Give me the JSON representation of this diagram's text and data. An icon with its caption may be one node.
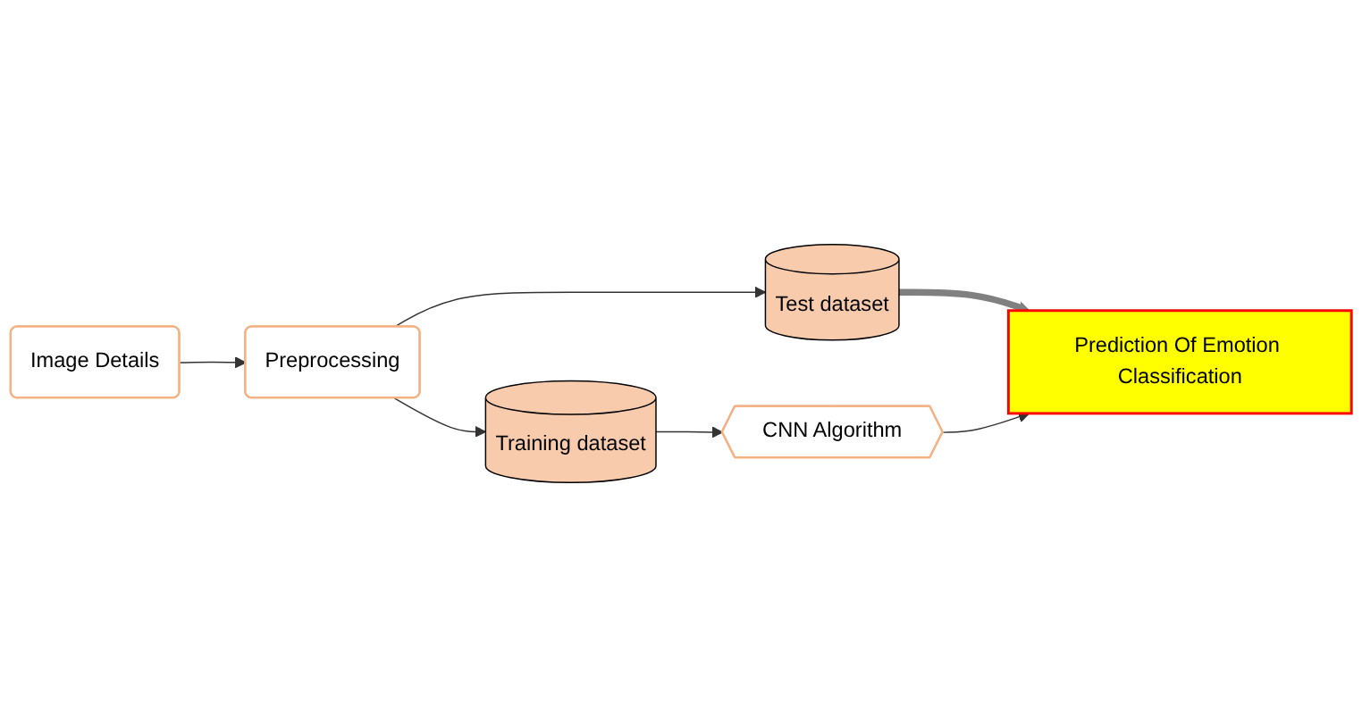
{
  "diagram": {
    "nodes": [
      {
        "text": [
          "Image Details"
        ]
      },
      {
        "text": [
          "Preprocessing"
        ]
      },
      {
        "text": [
          "Test dataset"
        ]
      },
      {
        "text": [
          "Training dataset"
        ]
      },
      {
        "text": [
          "CNN Algorithm"
        ]
      },
      {
        "text": [
          "Prediction Of Emotion Classification"
        ]
      }
    ],
    "edges": [
      {
        "from": 0,
        "to": 1,
        "arrow": "to"
      },
      {
        "from": 1,
        "to": 2,
        "arrow": "to"
      },
      {
        "from": 1,
        "to": 3,
        "arrow": "to"
      },
      {
        "from": 2,
        "to": 5,
        "arrow": "to",
        "style": "thick",
        "color": "#808080"
      },
      {
        "from": 3,
        "to": 4,
        "arrow": "to"
      },
      {
        "from": 4,
        "to": 5,
        "arrow": "to"
      }
    ]
  }
}
